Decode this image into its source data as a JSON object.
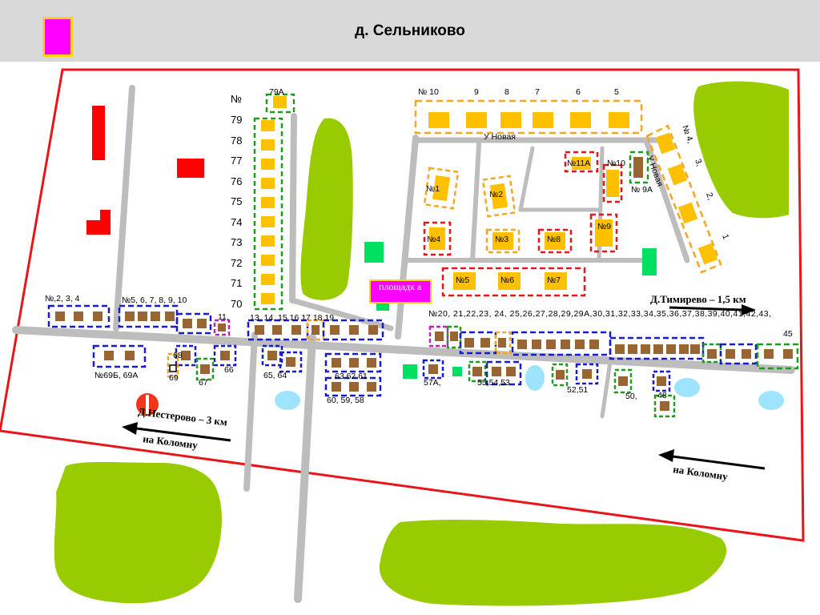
{
  "header": {
    "title": "д. Сельниково",
    "legend_color": "#ff00ff"
  },
  "colors": {
    "boundary": "#e8161b",
    "road": "#bdbdbd",
    "greenery": "#99cc00",
    "water": "#9fe4ff",
    "house_new": "#ffc000",
    "house_old": "#996633",
    "dash_blue": "#1a1ad0",
    "dash_orange": "#f5a623",
    "dash_green": "#1e9c1e",
    "dash_red": "#e8161b",
    "playground": "#ff00ff",
    "square_green": "#00e060",
    "industrial_red": "#ff0000"
  },
  "labels": {
    "street_vertical": [
      "№",
      "79",
      "78",
      "77",
      "76",
      "75",
      "74",
      "73",
      "72",
      "71",
      "70"
    ],
    "top_row": [
      "№ 10",
      "9",
      "8",
      "7",
      "6",
      "5"
    ],
    "street_name": "У Новая",
    "street_name_2": "У Новая",
    "diag": [
      "№ 4,",
      "3,",
      "2,",
      "1"
    ],
    "h79a": "79А",
    "h11a": "№11А",
    "h10": "№10",
    "h9a": "№ 9А",
    "h1": "№1",
    "h2": "№2",
    "h3": "№3",
    "h4": "№4",
    "h5": "№5",
    "h6": "№6",
    "h7": "№7",
    "h8": "№8",
    "h9": "№9",
    "playground": "площадк а",
    "row_left1": "№,2,   3,     4",
    "row_left2": "№5, 6,  7,     8,   9, 10",
    "h11": "11,",
    "row_mid": "13,     14,     15   16    17     18     19",
    "row_right": "№20, 21,22,23,  24,  25,26,27,28,29,29А,30,31,32,33,34,35,36,37,38,39,40,41,42,43,",
    "h45": "45",
    "h68": "68",
    "h69": "69",
    "h67": "67",
    "h66": "66",
    "h69b": "№69Б, 69А",
    "h65_64": "65,   64",
    "h63_61": "63   62   61",
    "h60_58": "60,   59,  58",
    "h57a": "57А,",
    "h55_53": "55,54,53",
    "h52_51": "52,51",
    "h50": "50,",
    "h48": "48",
    "to_timirevo": "Д.Тимирево – 1,5 км",
    "to_nesterovo": "Д.Нестерово – 3 км",
    "to_kolomna_left": "на Коломну",
    "to_kolomna_right": "на Коломну"
  }
}
